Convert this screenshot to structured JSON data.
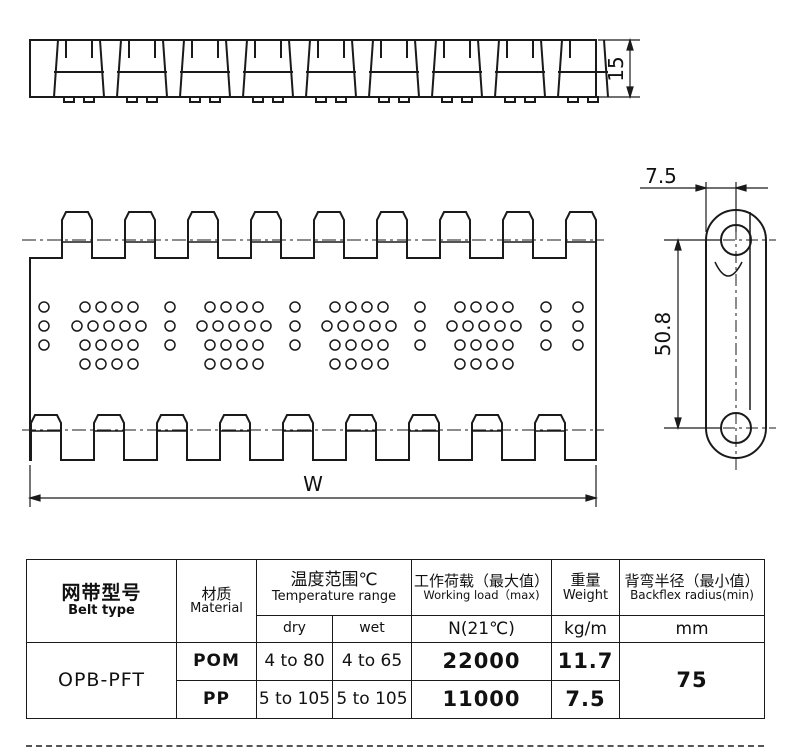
{
  "dimensions": {
    "thickness": "15",
    "pitch": "50.8",
    "offset": "7.5",
    "width": "W"
  },
  "table": {
    "belt_type_zh": "网带型号",
    "belt_type_en": "Belt type",
    "material_zh": "材质",
    "material_en": "Material",
    "temp_zh": "温度范围℃",
    "temp_en": "Temperature range",
    "load_zh": "工作荷载（最大值）",
    "load_en": "Working load（max)",
    "weight_zh": "重量",
    "weight_en": "Weight",
    "backflex_zh": "背弯半径（最小值）",
    "backflex_en": "Backflex radius(min)",
    "dry": "dry",
    "wet": "wet",
    "load_unit": "N(21℃)",
    "weight_unit": "kg/m",
    "backflex_unit": "mm",
    "model": "OPB-PFT",
    "rows": [
      {
        "material": "POM",
        "dry": "4 to 80",
        "wet": "4 to 65",
        "load": "22000",
        "weight": "11.7"
      },
      {
        "material": "PP",
        "dry": "5 to 105",
        "wet": "5 to 105",
        "load": "11000",
        "weight": "7.5"
      }
    ],
    "backflex": "75"
  }
}
